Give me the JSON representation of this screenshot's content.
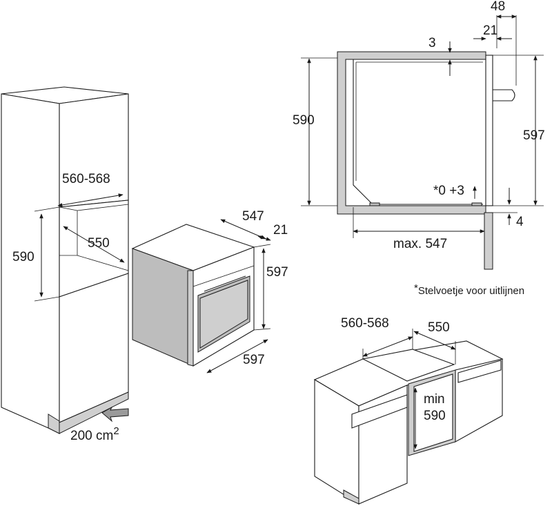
{
  "tall_cabinet": {
    "width_label": "560-568",
    "height_label": "590",
    "depth_label": "550",
    "ventilation_label": "200 cm",
    "ventilation_sup": "2"
  },
  "oven": {
    "depth_label": "547",
    "front_label": "21",
    "height_label": "597",
    "width_label": "597"
  },
  "section": {
    "top_offset_label": "48",
    "front_offset_label": "21",
    "top_gap_label": "3",
    "niche_height_label": "590",
    "oven_height_label": "597",
    "foot_label": "*0 +3",
    "bottom_gap_label": "4",
    "depth_label": "max. 547"
  },
  "footnote": {
    "marker": "*",
    "text": "Stelvoetje voor uitlijnen"
  },
  "base_cabinet": {
    "width_label": "560-568",
    "depth_label": "550",
    "height_label_line1": "min",
    "height_label_line2": "590"
  }
}
